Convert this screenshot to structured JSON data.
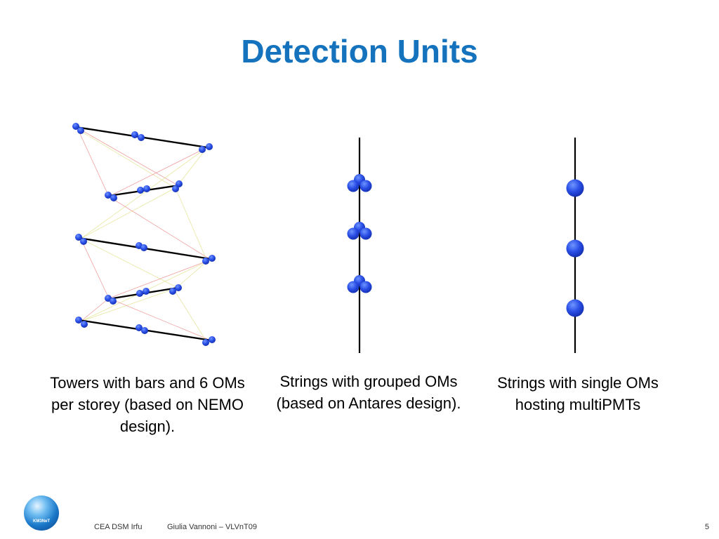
{
  "title": "Detection Units",
  "captions": {
    "towers": "Towers with bars and 6 OMs per storey (based on NEMO design).",
    "strings_grouped": "Strings with grouped OMs (based on Antares design).",
    "strings_single": "Strings with single OMs hosting multiPMTs"
  },
  "footer": {
    "organization": "CEA DSM Irfu",
    "author": "Giulia Vannoni – VLVnT09",
    "page_number": "5"
  },
  "logo": {
    "text": "KM3NeT"
  },
  "colors": {
    "title": "#1573be",
    "om_blue": "#2a4ee6",
    "rope_red": "#f0a0a0",
    "rope_yellow": "#e6e6a0"
  }
}
